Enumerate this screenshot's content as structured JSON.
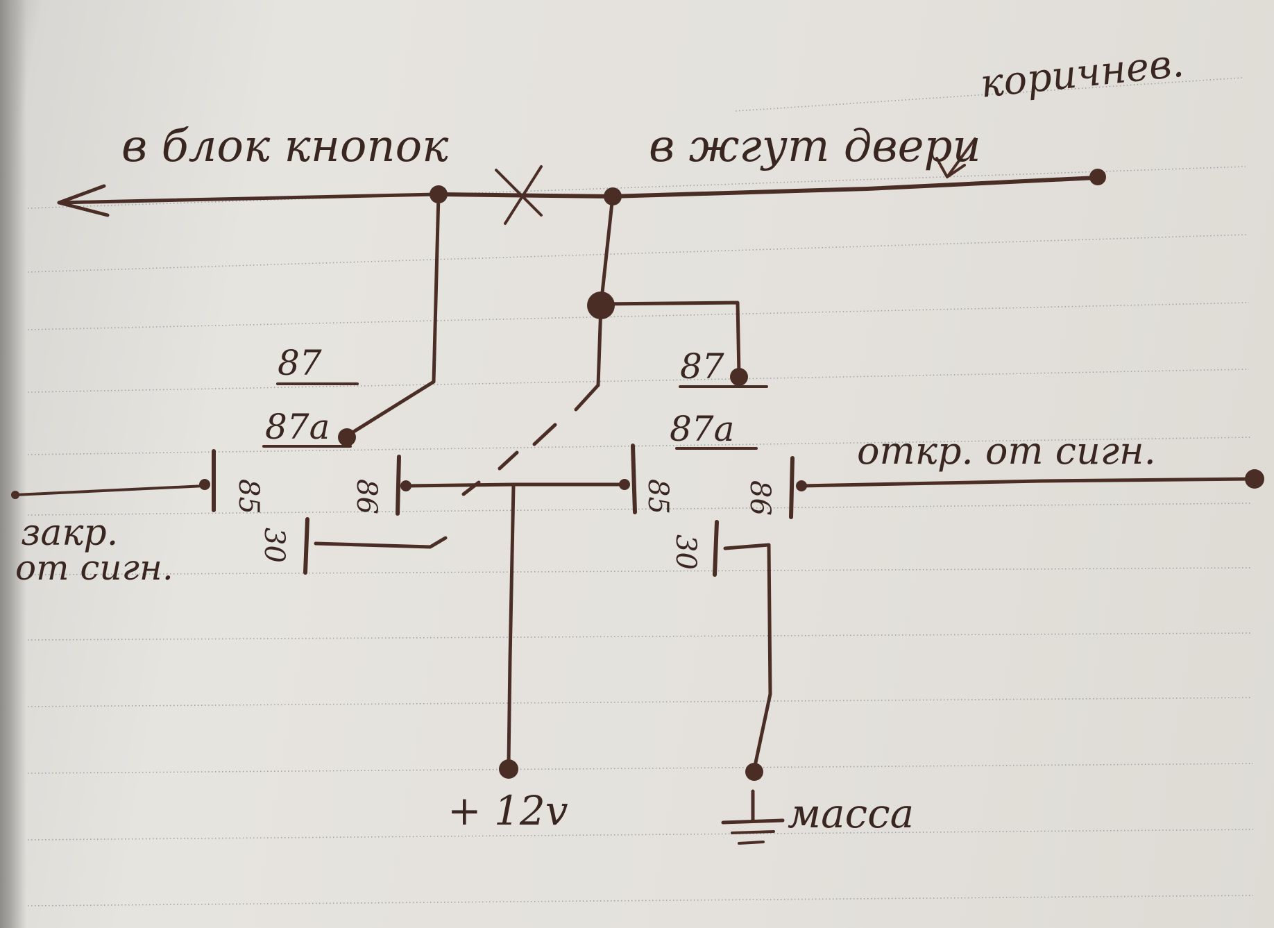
{
  "labels": {
    "to_button_block": "в блок кнопок",
    "to_door_harness": "в жгут двери",
    "brown": "коричнев.",
    "relay1_87": "87",
    "relay1_87a": "87а",
    "relay2_87": "87",
    "relay2_87a": "87а",
    "relay1_85": "85",
    "relay1_86": "86",
    "relay1_30": "30",
    "relay2_85": "85",
    "relay2_86": "86",
    "relay2_30": "30",
    "lock_from_alarm_line1": "закр.",
    "lock_from_alarm_line2": "от сигн.",
    "unlock_from_alarm": "откр. от сигн.",
    "plus_12v": "+ 12v",
    "ground": "масса"
  },
  "colors": {
    "ink": "#4a2e26",
    "paper": "#e4e1dc",
    "rule": "#9fa3a8"
  }
}
